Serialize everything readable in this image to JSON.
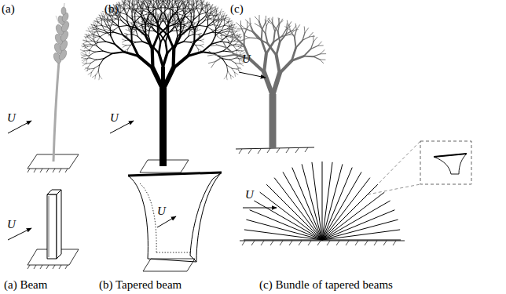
{
  "diagram": {
    "labels": [
      "(a)",
      "(b)",
      "(c)",
      "U",
      "U",
      "U",
      "U",
      "U",
      "U",
      "(a) Beam",
      "(b) Tapered beam",
      "(c) Bundle of tapered beams"
    ]
  }
}
